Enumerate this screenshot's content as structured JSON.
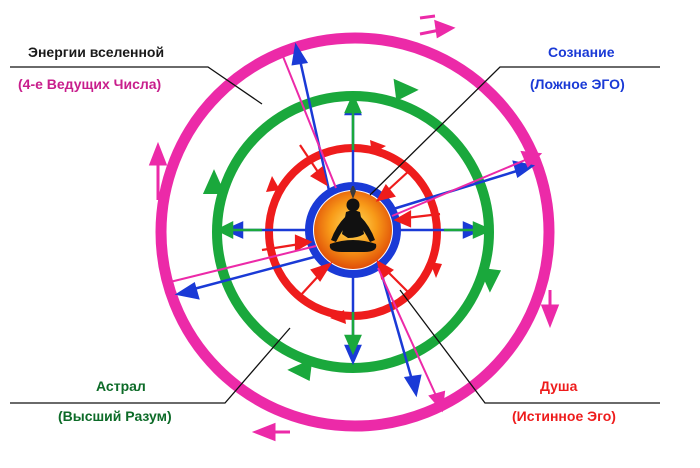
{
  "labels": {
    "energy": {
      "title": "Энергии вселенной",
      "subtitle": "(4-е Ведущих Числа)"
    },
    "consciousness": {
      "title": "Сознание",
      "subtitle": "(Ложное ЭГО)"
    },
    "astral": {
      "title": "Астрал",
      "subtitle": "(Высший Разум)"
    },
    "soul": {
      "title": "Душа",
      "subtitle": "(Истинное Эго)"
    }
  },
  "colors": {
    "magenta": "#ec2aa8",
    "green": "#1aa83c",
    "red": "#ee1c1c",
    "blue": "#1a3ad6",
    "orange": "#f47a10",
    "dark_text": "#1a1a1a",
    "astral_text": "#0d6b28",
    "soul_text": "#ee1c1c",
    "energy_sub": "#c81e8c",
    "consciousness_text": "#1a3ad6"
  },
  "icons": {
    "center": "meditating-figure-icon"
  }
}
